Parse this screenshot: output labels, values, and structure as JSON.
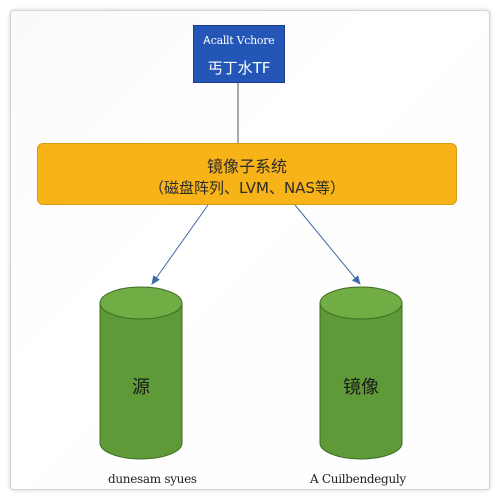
{
  "top_box": {
    "line1": "Ꭺcallt Vchore",
    "line2": "丐丁水TF",
    "fill": "#2456b7"
  },
  "subsystem": {
    "title": "镜像子系统",
    "subtitle": "（磁盘阵列、LVM、NAS等）",
    "fill": "#f7b318"
  },
  "cylinders": [
    {
      "label": "源",
      "caption": "dunesam syues",
      "fill": "#5e9a37"
    },
    {
      "label": "镜像",
      "caption": "A Cuilbendeguly",
      "fill": "#5e9a37"
    }
  ],
  "colors": {
    "arrow": "#3f6aa8",
    "cylinder_edge": "#3d6b23"
  }
}
